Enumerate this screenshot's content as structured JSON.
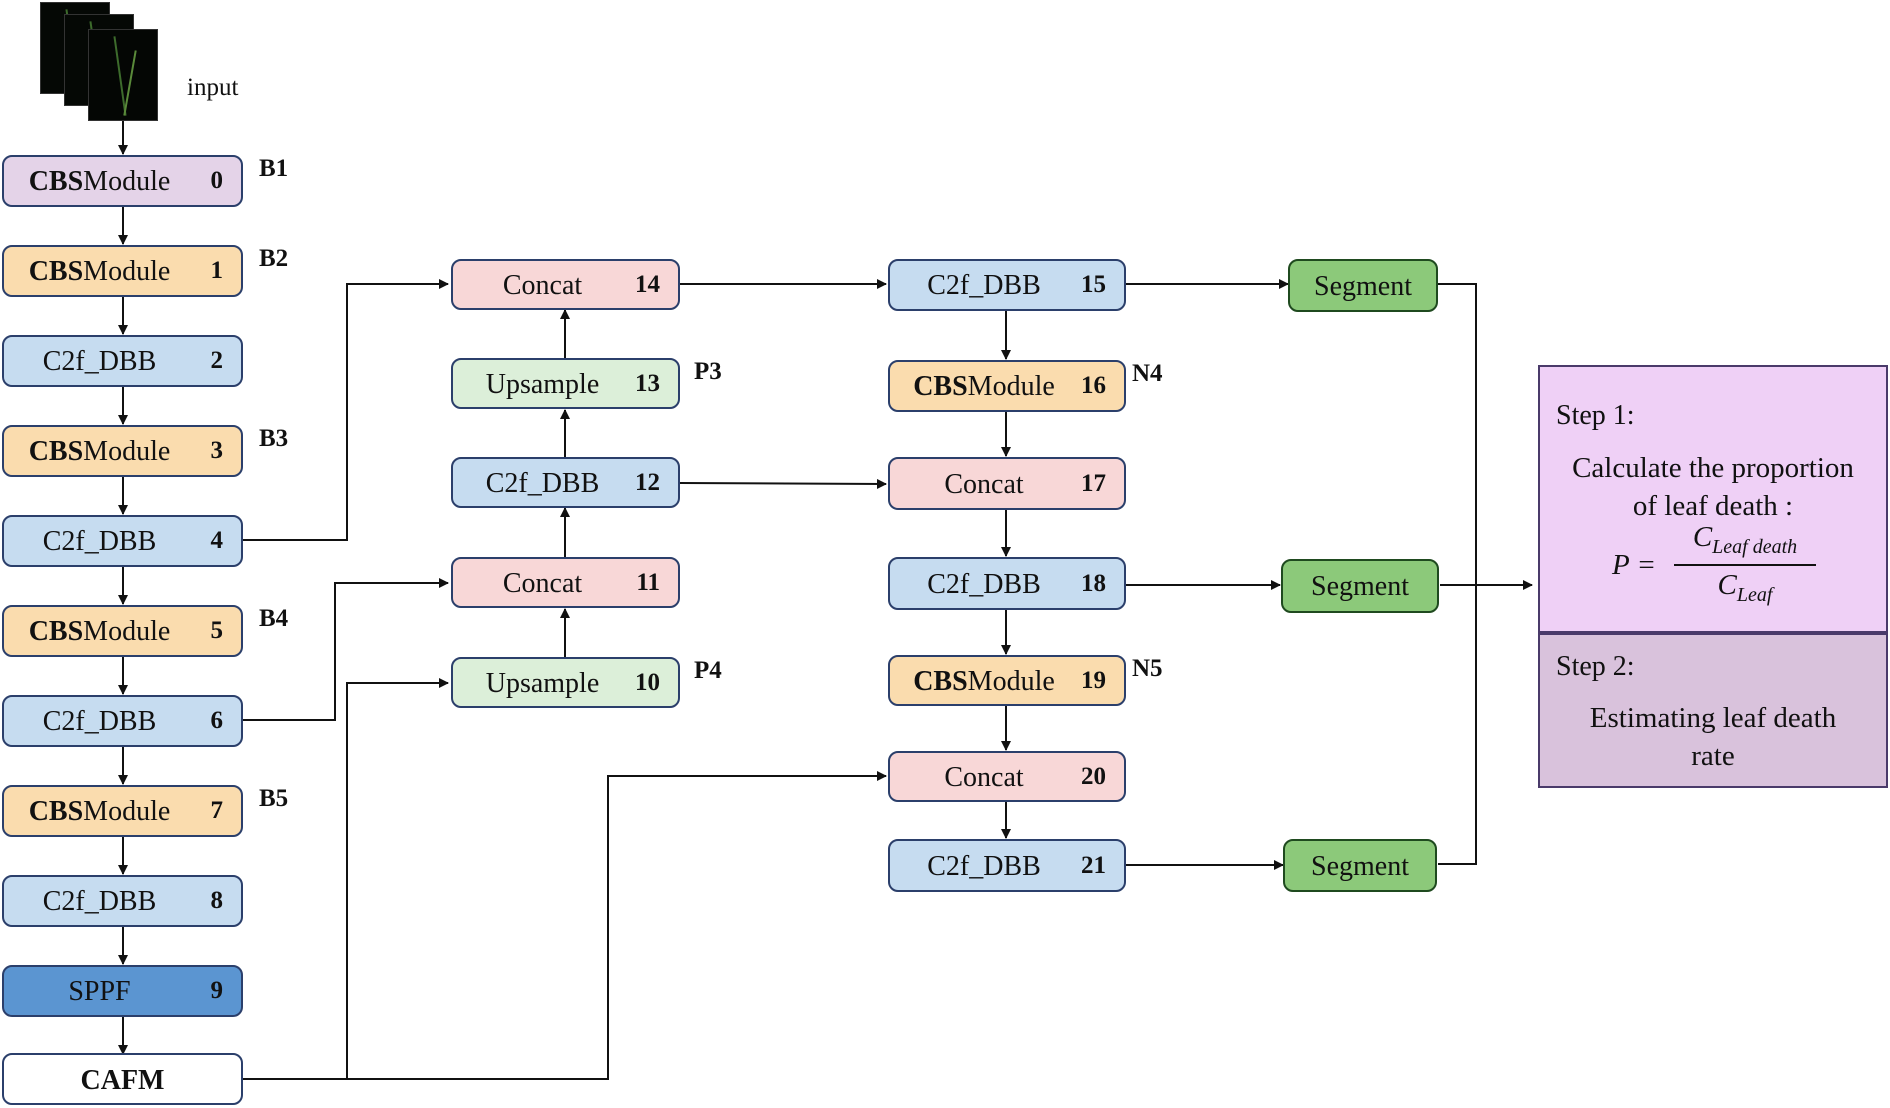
{
  "colors": {
    "purple": "#e4d3e8",
    "orange": "#fadcae",
    "light_blue": "#c6dcf0",
    "dark_blue": "#5b95d1",
    "pink": "#f8d7d7",
    "light_green": "#dcefd9",
    "green": "#8cc97a",
    "white": "#ffffff",
    "step1_bg": "#efd0f6",
    "step2_bg": "#d9c2dc"
  },
  "input": {
    "label": "input"
  },
  "backbone": [
    {
      "id": 0,
      "label_bold": "CBS",
      "label_rest": "Module",
      "num": "0",
      "tag": "B1",
      "color": "#e4d3e8"
    },
    {
      "id": 1,
      "label_bold": "CBS",
      "label_rest": "Module",
      "num": "1",
      "tag": "B2",
      "color": "#fadcae"
    },
    {
      "id": 2,
      "label_bold": "",
      "label_rest": "C2f_DBB",
      "num": "2",
      "tag": "",
      "color": "#c6dcf0"
    },
    {
      "id": 3,
      "label_bold": "CBS",
      "label_rest": "Module",
      "num": "3",
      "tag": "B3",
      "color": "#fadcae"
    },
    {
      "id": 4,
      "label_bold": "",
      "label_rest": "C2f_DBB",
      "num": "4",
      "tag": "",
      "color": "#c6dcf0"
    },
    {
      "id": 5,
      "label_bold": "CBS",
      "label_rest": "Module",
      "num": "5",
      "tag": "B4",
      "color": "#fadcae"
    },
    {
      "id": 6,
      "label_bold": "",
      "label_rest": "C2f_DBB",
      "num": "6",
      "tag": "",
      "color": "#c6dcf0"
    },
    {
      "id": 7,
      "label_bold": "CBS",
      "label_rest": "Module",
      "num": "7",
      "tag": "B5",
      "color": "#fadcae"
    },
    {
      "id": 8,
      "label_bold": "",
      "label_rest": "C2f_DBB",
      "num": "8",
      "tag": "",
      "color": "#c6dcf0"
    },
    {
      "id": 9,
      "label_bold": "",
      "label_rest": "SPPF",
      "num": "9",
      "tag": "",
      "color": "#5b95d1"
    }
  ],
  "cafm": {
    "label": "CAFM"
  },
  "neck": [
    {
      "id": 14,
      "label": "Concat",
      "num": "14",
      "tag": "",
      "color": "#f8d7d7"
    },
    {
      "id": 13,
      "label": "Upsample",
      "num": "13",
      "tag": "P3",
      "color": "#dcefd9"
    },
    {
      "id": 12,
      "label": "C2f_DBB",
      "num": "12",
      "tag": "",
      "color": "#c6dcf0"
    },
    {
      "id": 11,
      "label": "Concat",
      "num": "11",
      "tag": "",
      "color": "#f8d7d7"
    },
    {
      "id": 10,
      "label": "Upsample",
      "num": "10",
      "tag": "P4",
      "color": "#dcefd9"
    }
  ],
  "head": [
    {
      "id": 15,
      "label_bold": "",
      "label_rest": "C2f_DBB",
      "num": "15",
      "tag": "",
      "color": "#c6dcf0"
    },
    {
      "id": 16,
      "label_bold": "CBS",
      "label_rest": "Module",
      "num": "16",
      "tag": "N4",
      "color": "#fadcae"
    },
    {
      "id": 17,
      "label_bold": "",
      "label_rest": "Concat",
      "num": "17",
      "tag": "",
      "color": "#f8d7d7"
    },
    {
      "id": 18,
      "label_bold": "",
      "label_rest": "C2f_DBB",
      "num": "18",
      "tag": "",
      "color": "#c6dcf0"
    },
    {
      "id": 19,
      "label_bold": "CBS",
      "label_rest": "Module",
      "num": "19",
      "tag": "N5",
      "color": "#fadcae"
    },
    {
      "id": 20,
      "label_bold": "",
      "label_rest": "Concat",
      "num": "20",
      "tag": "",
      "color": "#f8d7d7"
    },
    {
      "id": 21,
      "label_bold": "",
      "label_rest": "C2f_DBB",
      "num": "21",
      "tag": "",
      "color": "#c6dcf0"
    }
  ],
  "segments": [
    {
      "label": "Segment"
    },
    {
      "label": "Segment"
    },
    {
      "label": "Segment"
    }
  ],
  "step1": {
    "title": "Step 1:",
    "line1": "Calculate the proportion",
    "line2": "of leaf death :",
    "formula_lhs": "P =",
    "num_main": "C",
    "num_sub": "Leaf death",
    "den_main": "C",
    "den_sub": "Leaf"
  },
  "step2": {
    "title": "Step 2:",
    "line1": "Estimating leaf death",
    "line2": "rate"
  }
}
